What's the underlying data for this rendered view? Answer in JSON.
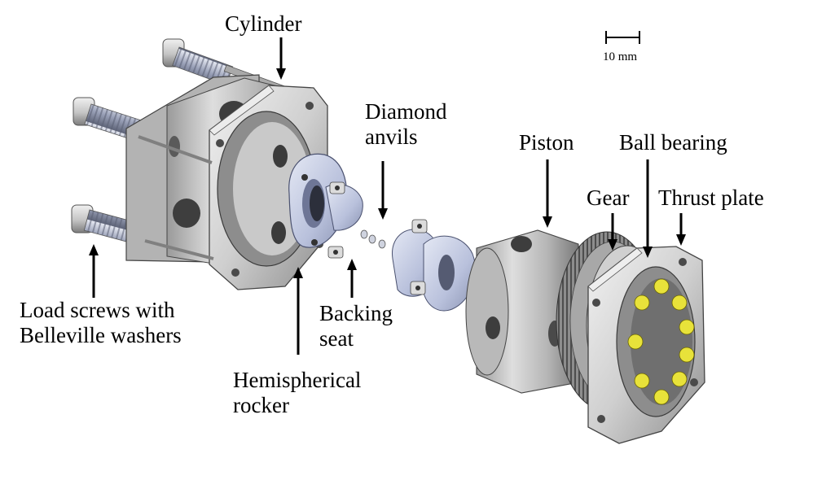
{
  "labels": {
    "cylinder": "Cylinder",
    "diamond_anvils": [
      "Diamond",
      "anvils"
    ],
    "piston": "Piston",
    "ball_bearing": "Ball bearing",
    "gear": "Gear",
    "thrust_plate": "Thrust plate",
    "load_screws": [
      "Load screws with",
      "Belleville washers"
    ],
    "backing_seat": [
      "Backing",
      "seat"
    ],
    "hemispherical_rocker": [
      "Hemispherical",
      "rocker"
    ]
  },
  "scale_bar": {
    "text": "10 mm"
  },
  "colors": {
    "metal_light": "#e2e2e2",
    "metal_mid": "#b9b9b9",
    "metal_dark": "#6f6f6f",
    "rocker_blue": "#c9d0e6",
    "bearing_yellow": "#e8e23a",
    "arrow": "#000000"
  }
}
